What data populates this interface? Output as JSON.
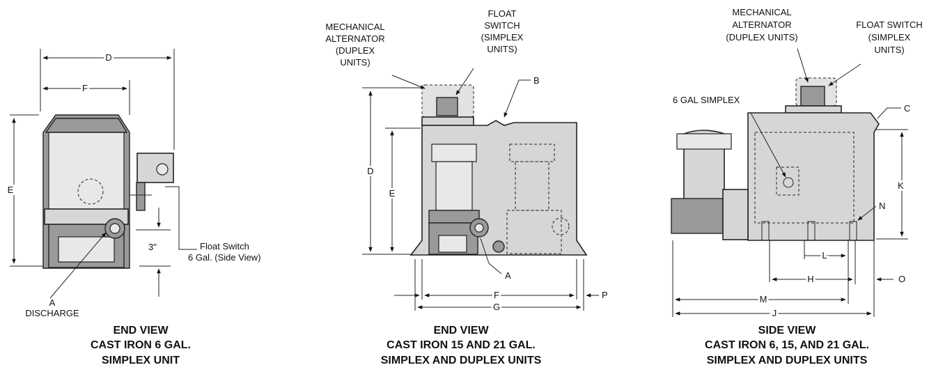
{
  "views": {
    "left": {
      "caption": [
        "END VIEW",
        "CAST IRON 6 GAL.",
        "SIMPLEX UNIT"
      ],
      "labels": {
        "D": "D",
        "F": "F",
        "E": "E",
        "three_in": "3\"",
        "float_switch_1": "Float Switch",
        "float_switch_2": "6 Gal. (Side View)",
        "A": "A",
        "discharge": "DISCHARGE"
      }
    },
    "middle": {
      "caption": [
        "END VIEW",
        "CAST IRON 15 AND 21 GAL.",
        "SIMPLEX AND DUPLEX UNITS"
      ],
      "labels": {
        "mech_1": "MECHANICAL",
        "mech_2": "ALTERNATOR",
        "mech_3": "(DUPLEX",
        "mech_4": "UNITS)",
        "float_1": "FLOAT",
        "float_2": "SWITCH",
        "float_3": "(SIMPLEX",
        "float_4": "UNITS)",
        "B": "B",
        "D": "D",
        "E": "E",
        "A": "A",
        "F": "F",
        "G": "G",
        "P": "P"
      }
    },
    "right": {
      "caption": [
        "SIDE VIEW",
        "CAST IRON 6, 15, AND 21 GAL.",
        "SIMPLEX AND DUPLEX UNITS"
      ],
      "labels": {
        "mech_1": "MECHANICAL",
        "mech_2": "ALTERNATOR",
        "mech_3": "(DUPLEX UNITS)",
        "float_1": "FLOAT SWITCH",
        "float_2": "(SIMPLEX",
        "float_3": "UNITS)",
        "six_gal": "6 GAL SIMPLEX",
        "C": "C",
        "K": "K",
        "N": "N",
        "L": "L",
        "H": "H",
        "O": "O",
        "M": "M",
        "J": "J"
      }
    }
  }
}
